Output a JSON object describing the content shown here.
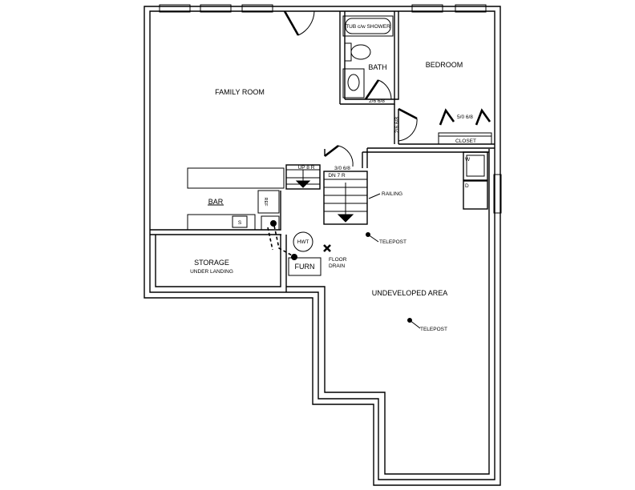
{
  "rooms": {
    "family_room": "FAMILY ROOM",
    "bath": "BATH",
    "bedroom": "BEDROOM",
    "bar": "BAR",
    "storage": "STORAGE",
    "storage_sub": "UNDER LANDING",
    "undeveloped": "UNDEVELOPED AREA"
  },
  "fixtures": {
    "tub": "TUB c/w SHOWER",
    "closet": "CLOSET",
    "ref": "REF",
    "sink": "S",
    "hwt": "HWT",
    "furn": "FURN",
    "floor_drain_1": "FLOOR",
    "floor_drain_2": "DRAIN",
    "washer": "W",
    "dryer": "D",
    "railing": "RAILING",
    "telepost_1": "TELEPOST",
    "telepost_2": "TELEPOST"
  },
  "doors": {
    "bath_door": "2/6 6/8",
    "bedroom_door": "2/6 6/8",
    "closet_door": "5/0 6/8",
    "stair_door": "3/0 6/8"
  },
  "stairs": {
    "up": "UP 8 R",
    "down": "DN 7 R"
  }
}
